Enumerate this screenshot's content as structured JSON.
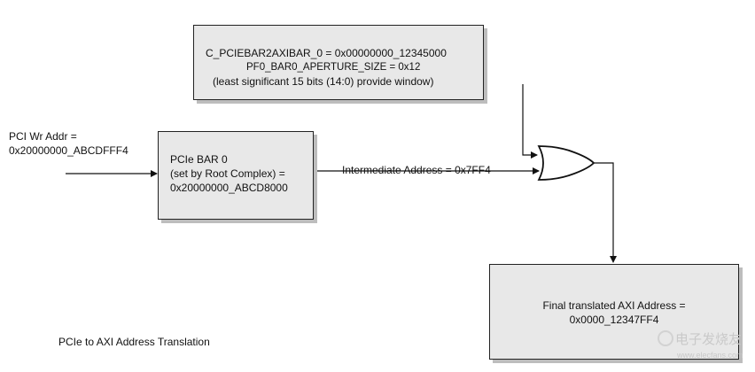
{
  "top_box": {
    "line1": "C_PCIEBAR2AXIBAR_0 = 0x00000000_12345000",
    "line2": "PF0_BAR0_APERTURE_SIZE = 0x12",
    "line3": "(least significant 15 bits (14:0) provide window)"
  },
  "input": {
    "line1": "PCI Wr Addr =",
    "line2": "0x20000000_ABCDFFF4"
  },
  "bar_box": {
    "line1": "PCIe BAR 0",
    "line2": "(set by Root Complex) =",
    "line3": "0x20000000_ABCD8000"
  },
  "intermediate_label": "Intermediate Address = 0x7FF4",
  "result_box": {
    "line1": "Final translated AXI Address =",
    "line2": "0x0000_12347FF4"
  },
  "caption": "PCIe to AXI Address Translation",
  "watermark": {
    "main": "电子发烧友",
    "url": "www.elecfans.com"
  },
  "colors": {
    "box_fill": "#e8e8e8",
    "box_border": "#222222",
    "box_shadow": "#bdbdbd",
    "line": "#111111"
  }
}
